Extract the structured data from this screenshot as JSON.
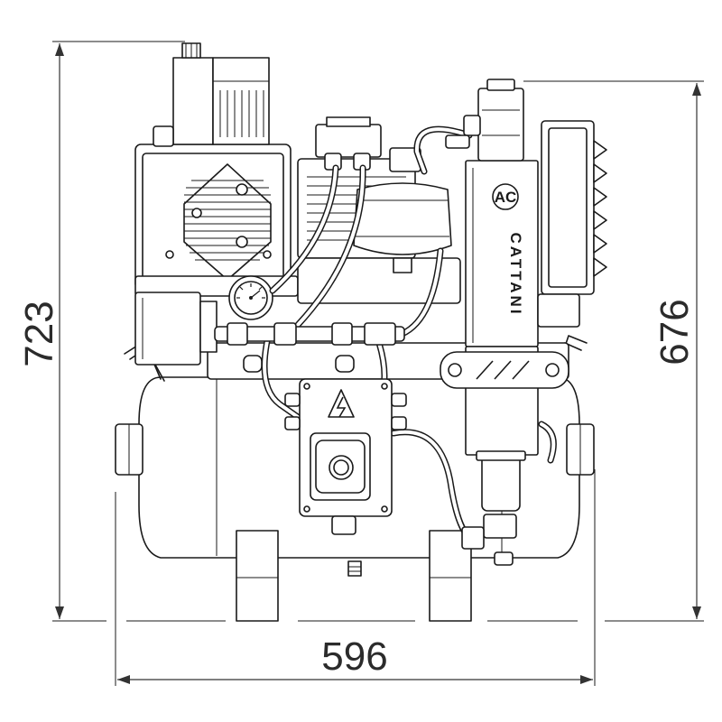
{
  "dimensions": {
    "total_height": "723",
    "body_height": "676",
    "width": "596"
  },
  "brand": {
    "name": "CATTANI",
    "logo_letters": "AC"
  },
  "icons": {
    "warning": "high-voltage-warning-icon"
  }
}
